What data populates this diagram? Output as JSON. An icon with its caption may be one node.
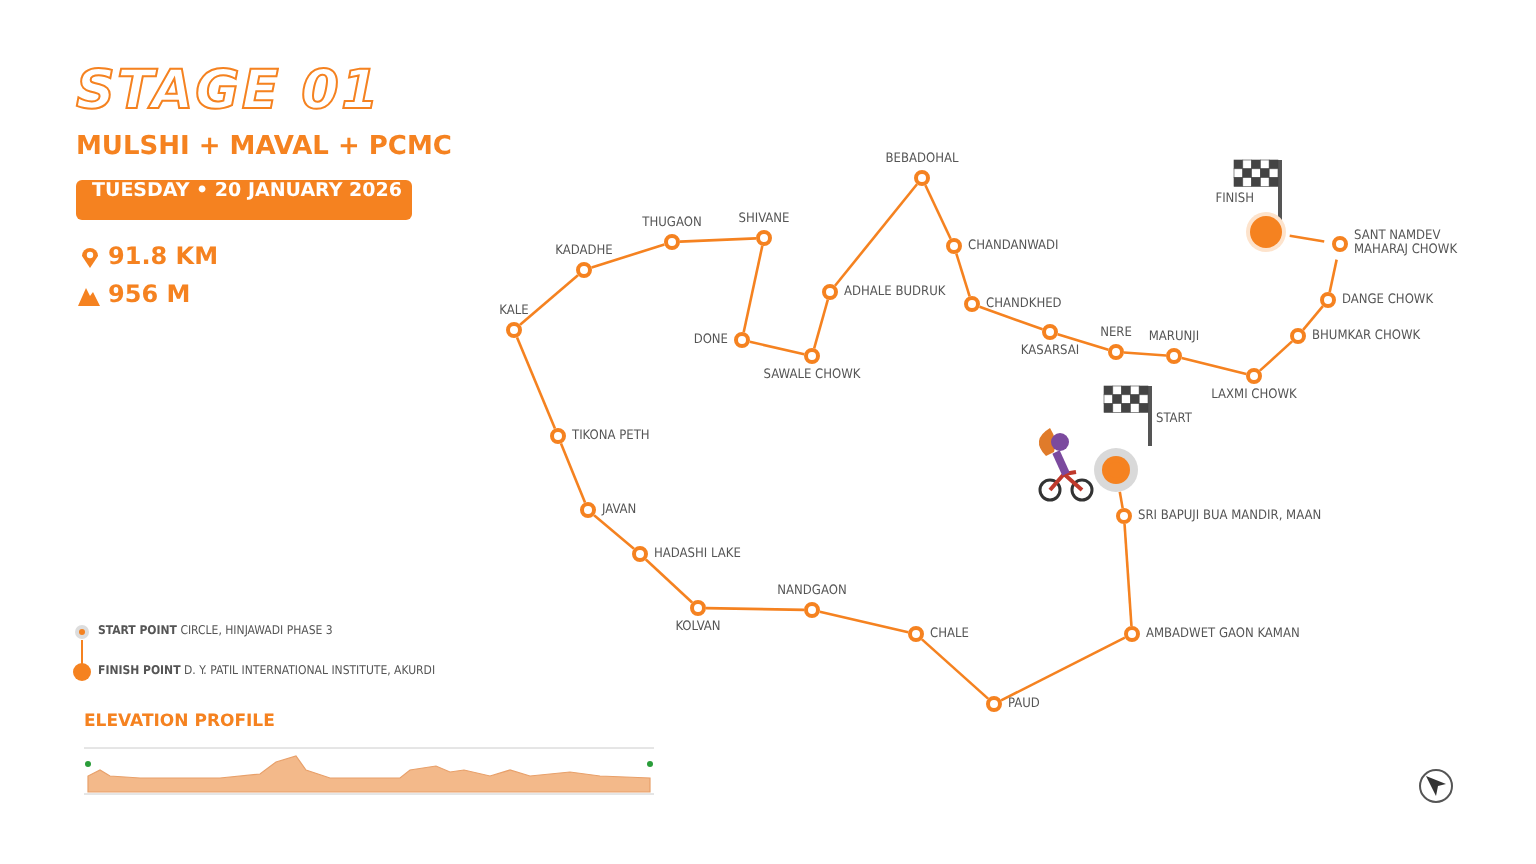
{
  "diagram": {
    "title": "STAGE 01",
    "nodes": [
      {
        "text": [
          "START"
        ]
      },
      {
        "text": [
          "SRI BAPUJI BUA MANDIR, MAAN"
        ]
      },
      {
        "text": [
          "AMBADWET GAON KAMAN"
        ]
      },
      {
        "text": [
          "PAUD"
        ]
      },
      {
        "text": [
          "CHALE"
        ]
      },
      {
        "text": [
          "NANDGAON"
        ]
      },
      {
        "text": [
          "KOLVAN"
        ]
      },
      {
        "text": [
          "HADASHI LAKE"
        ]
      },
      {
        "text": [
          "JAVAN"
        ]
      },
      {
        "text": [
          "TIKONA PETH"
        ]
      },
      {
        "text": [
          "KALE"
        ]
      },
      {
        "text": [
          "KADADHE"
        ]
      },
      {
        "text": [
          "THUGAON"
        ]
      },
      {
        "text": [
          "SHIVANE"
        ]
      },
      {
        "text": [
          "DONE"
        ]
      },
      {
        "text": [
          "SAWALE CHOWK"
        ]
      },
      {
        "text": [
          "ADHALE BUDRUK"
        ]
      },
      {
        "text": [
          "BEBADOHAL"
        ]
      },
      {
        "text": [
          "CHANDANWADI"
        ]
      },
      {
        "text": [
          "CHANDKHED"
        ]
      },
      {
        "text": [
          "KASARSAI"
        ]
      },
      {
        "text": [
          "NERE"
        ]
      },
      {
        "text": [
          "MARUNJI"
        ]
      },
      {
        "text": [
          "LAXMI CHOWK"
        ]
      },
      {
        "text": [
          "BHUMKAR CHOWK"
        ]
      },
      {
        "text": [
          "DANGE CHOWK"
        ]
      },
      {
        "text": [
          "SANT NAMDEV MAHARAJ CHOWK"
        ]
      },
      {
        "text": [
          "FINISH"
        ]
      }
    ],
    "edges": [
      {
        "from": 0,
        "to": 1,
        "arrow": "none"
      },
      {
        "from": 1,
        "to": 2,
        "arrow": "none"
      },
      {
        "from": 2,
        "to": 3,
        "arrow": "none"
      },
      {
        "from": 3,
        "to": 4,
        "arrow": "none"
      },
      {
        "from": 4,
        "to": 5,
        "arrow": "none"
      },
      {
        "from": 5,
        "to": 6,
        "arrow": "none"
      },
      {
        "from": 6,
        "to": 7,
        "arrow": "none"
      },
      {
        "from": 7,
        "to": 8,
        "arrow": "none"
      },
      {
        "from": 8,
        "to": 9,
        "arrow": "none"
      },
      {
        "from": 9,
        "to": 10,
        "arrow": "none"
      },
      {
        "from": 10,
        "to": 11,
        "arrow": "none"
      },
      {
        "from": 11,
        "to": 12,
        "arrow": "none"
      },
      {
        "from": 12,
        "to": 13,
        "arrow": "none"
      },
      {
        "from": 13,
        "to": 14,
        "arrow": "none"
      },
      {
        "from": 14,
        "to": 15,
        "arrow": "none"
      },
      {
        "from": 15,
        "to": 16,
        "arrow": "none"
      },
      {
        "from": 16,
        "to": 17,
        "arrow": "none"
      },
      {
        "from": 17,
        "to": 18,
        "arrow": "none"
      },
      {
        "from": 18,
        "to": 19,
        "arrow": "none"
      },
      {
        "from": 19,
        "to": 20,
        "arrow": "none"
      },
      {
        "from": 20,
        "to": 21,
        "arrow": "none"
      },
      {
        "from": 21,
        "to": 22,
        "arrow": "none"
      },
      {
        "from": 22,
        "to": 23,
        "arrow": "none"
      },
      {
        "from": 23,
        "to": 24,
        "arrow": "none"
      },
      {
        "from": 24,
        "to": 25,
        "arrow": "none"
      },
      {
        "from": 25,
        "to": 26,
        "arrow": "none"
      },
      {
        "from": 26,
        "to": 27,
        "arrow": "none"
      }
    ],
    "labels": [
      "MULSHI + MAVAL + PCMC",
      "TUESDAY • 20 JANUARY 2026",
      "91.8 KM",
      "956 M",
      "ELEVATION PROFILE"
    ],
    "legend": [
      {
        "text": "**START POINT** CIRCLE, HINJAWADI PHASE 3"
      },
      {
        "text": "**FINISH POINT** D. Y. PATIL INTERNATIONAL INSTITUTE, AKURDI"
      }
    ]
  }
}
